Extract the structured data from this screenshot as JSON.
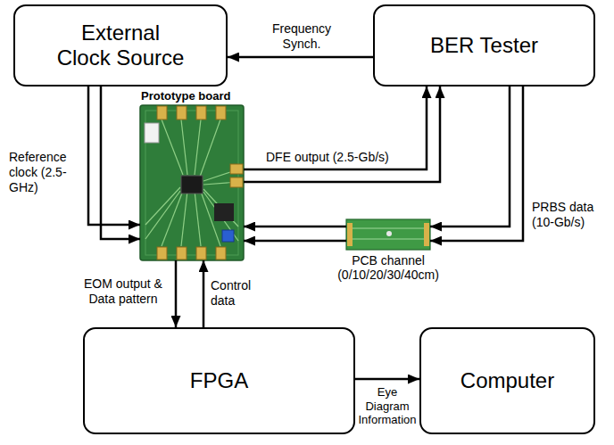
{
  "diagram": {
    "nodes": [
      {
        "text": [
          "External Clock Source"
        ]
      },
      {
        "text": [
          "BER Tester"
        ]
      },
      {
        "text": [
          "Prototype board"
        ]
      },
      {
        "text": [
          "PCB channel (0/10/20/30/40cm)"
        ]
      },
      {
        "text": [
          "FPGA"
        ]
      },
      {
        "text": [
          "Computer"
        ]
      }
    ],
    "edges": [
      {
        "from": 1,
        "to": 0,
        "arrow": "to",
        "label": "Frequency Synch."
      },
      {
        "from": 0,
        "to": 2,
        "arrow": "to",
        "label": "Reference clock (2.5-GHz)"
      },
      {
        "from": 2,
        "to": 1,
        "arrow": "to",
        "label": "DFE output (2.5-Gb/s)"
      },
      {
        "from": 1,
        "to": 3,
        "arrow": "to",
        "label": "PRBS data (10-Gb/s)"
      },
      {
        "from": 3,
        "to": 2,
        "arrow": "to"
      },
      {
        "from": 2,
        "to": 4,
        "arrow": "to",
        "label": "EOM output & Data pattern"
      },
      {
        "from": 4,
        "to": 2,
        "arrow": "to",
        "label": "Control data"
      },
      {
        "from": 4,
        "to": 5,
        "arrow": "to",
        "label": "Eye Diagram Information"
      }
    ]
  }
}
